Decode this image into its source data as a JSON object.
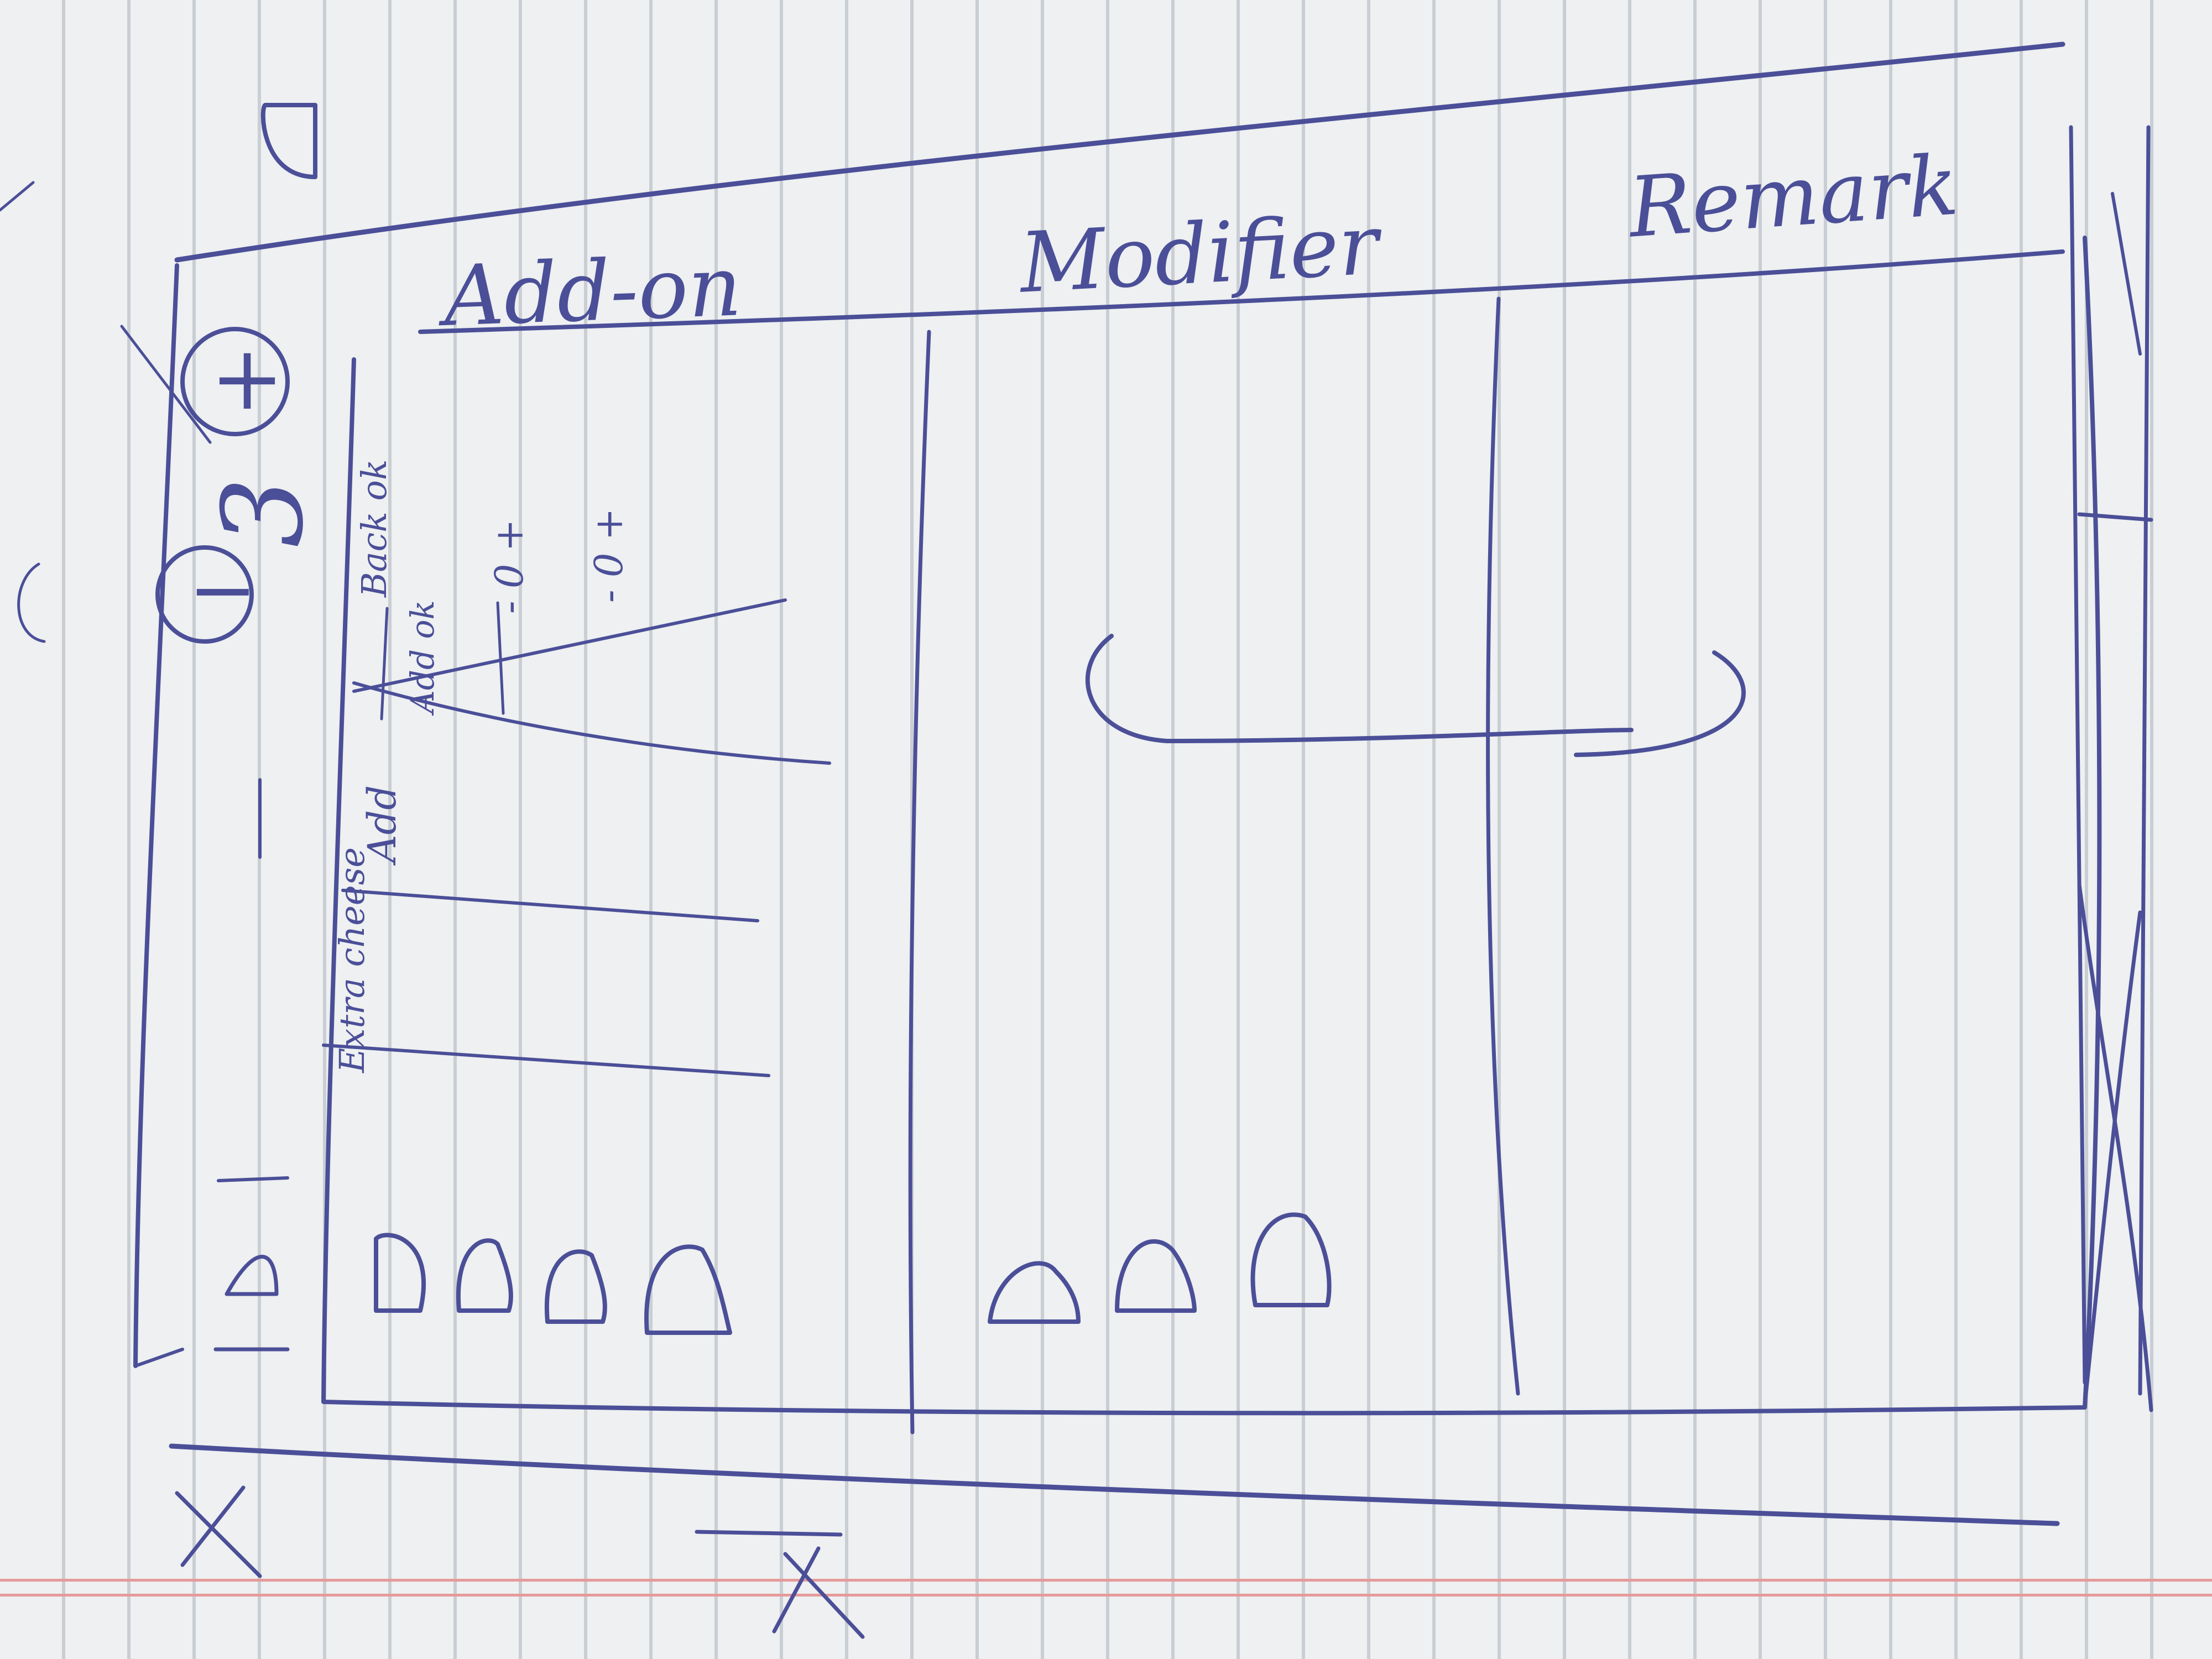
{
  "sketch": {
    "tabs": [
      {
        "label": "Add-on"
      },
      {
        "label": "Modifier"
      },
      {
        "label": "Remark"
      }
    ],
    "quantity": {
      "minus": "−",
      "value": "3",
      "plus": "+"
    },
    "addon_items": [
      {
        "name": "Extra cheese"
      },
      {
        "name": "Add"
      },
      {
        "name": "Back ok"
      },
      {
        "name": "Add ok"
      }
    ],
    "addon_prices": [
      "- 0 +",
      "- 0 +"
    ],
    "ink_color": "#4b4f98"
  }
}
